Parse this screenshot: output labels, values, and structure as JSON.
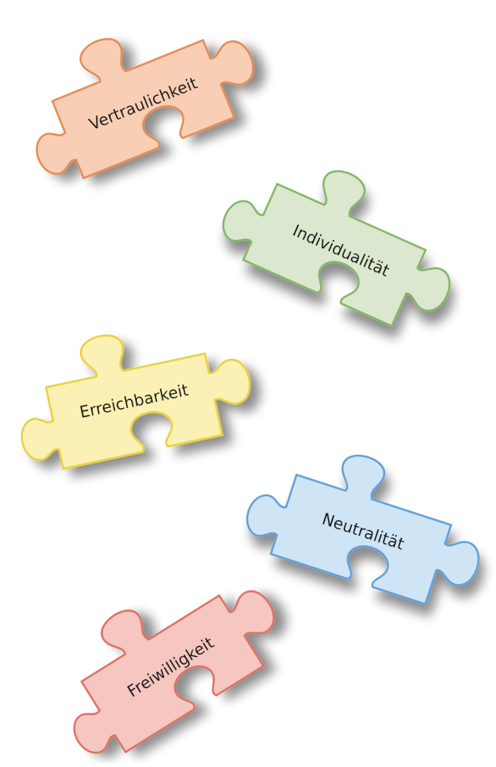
{
  "pieces": [
    {
      "label": "Vertraulichkeit",
      "fill": "#f8cfb4",
      "stroke": "#e58a52",
      "icon": "puzzle-piece-icon"
    },
    {
      "label": "Individualität",
      "fill": "#dbe8cf",
      "stroke": "#80b665",
      "icon": "puzzle-piece-icon"
    },
    {
      "label": "Erreichbarkeit",
      "fill": "#fbf1b5",
      "stroke": "#ead03b",
      "icon": "puzzle-piece-icon"
    },
    {
      "label": "Neutralität",
      "fill": "#cfe4f5",
      "stroke": "#5f9fd8",
      "icon": "puzzle-piece-icon"
    },
    {
      "label": "Freiwilligkeit",
      "fill": "#f6c6c1",
      "stroke": "#dd6f63",
      "icon": "puzzle-piece-icon"
    }
  ]
}
